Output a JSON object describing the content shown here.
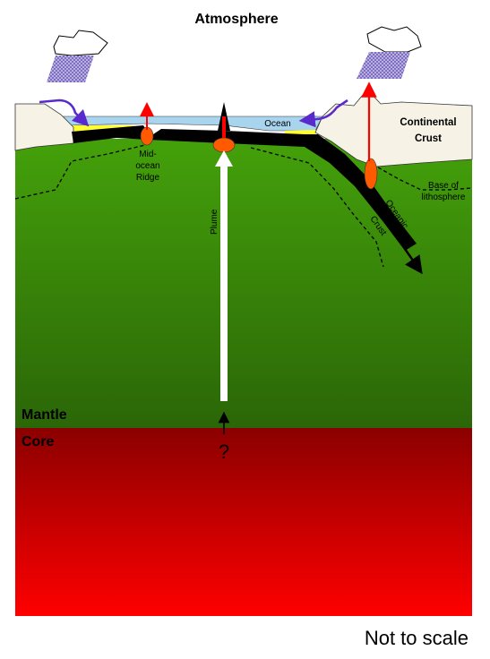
{
  "title": "Atmosphere",
  "labels": {
    "ocean": "Ocean",
    "continental_crust_line1": "Continental",
    "continental_crust_line2": "Crust",
    "mid_ocean_ridge_line1": "Mid-",
    "mid_ocean_ridge_line2": "ocean",
    "mid_ocean_ridge_line3": "Ridge",
    "plume": "Plume",
    "base_of_lithosphere_line1": "Base of",
    "base_of_lithosphere_line2": "lithosphere",
    "oceanic_crust_line1": "Oceanic",
    "oceanic_crust_line2": "Crust",
    "mantle": "Mantle",
    "core": "Core",
    "unknown_source": "?"
  },
  "footer": "Not to scale",
  "colors": {
    "mantle_top": "#44a10a",
    "mantle_bottom": "#2b6608",
    "core_top": "#8b0000",
    "core_bottom": "#ff0000",
    "ocean": "#a9d4ee",
    "continental_crust": "#f6f2e6",
    "oceanic_crust": "#000000",
    "sediment": "#ffff33",
    "magma": "#ff5a00",
    "red_arrow": "#ff0000",
    "plume_arrow": "#ffffff",
    "purple_arrow": "#5a2bcc",
    "rain": "#8c7cc8"
  }
}
